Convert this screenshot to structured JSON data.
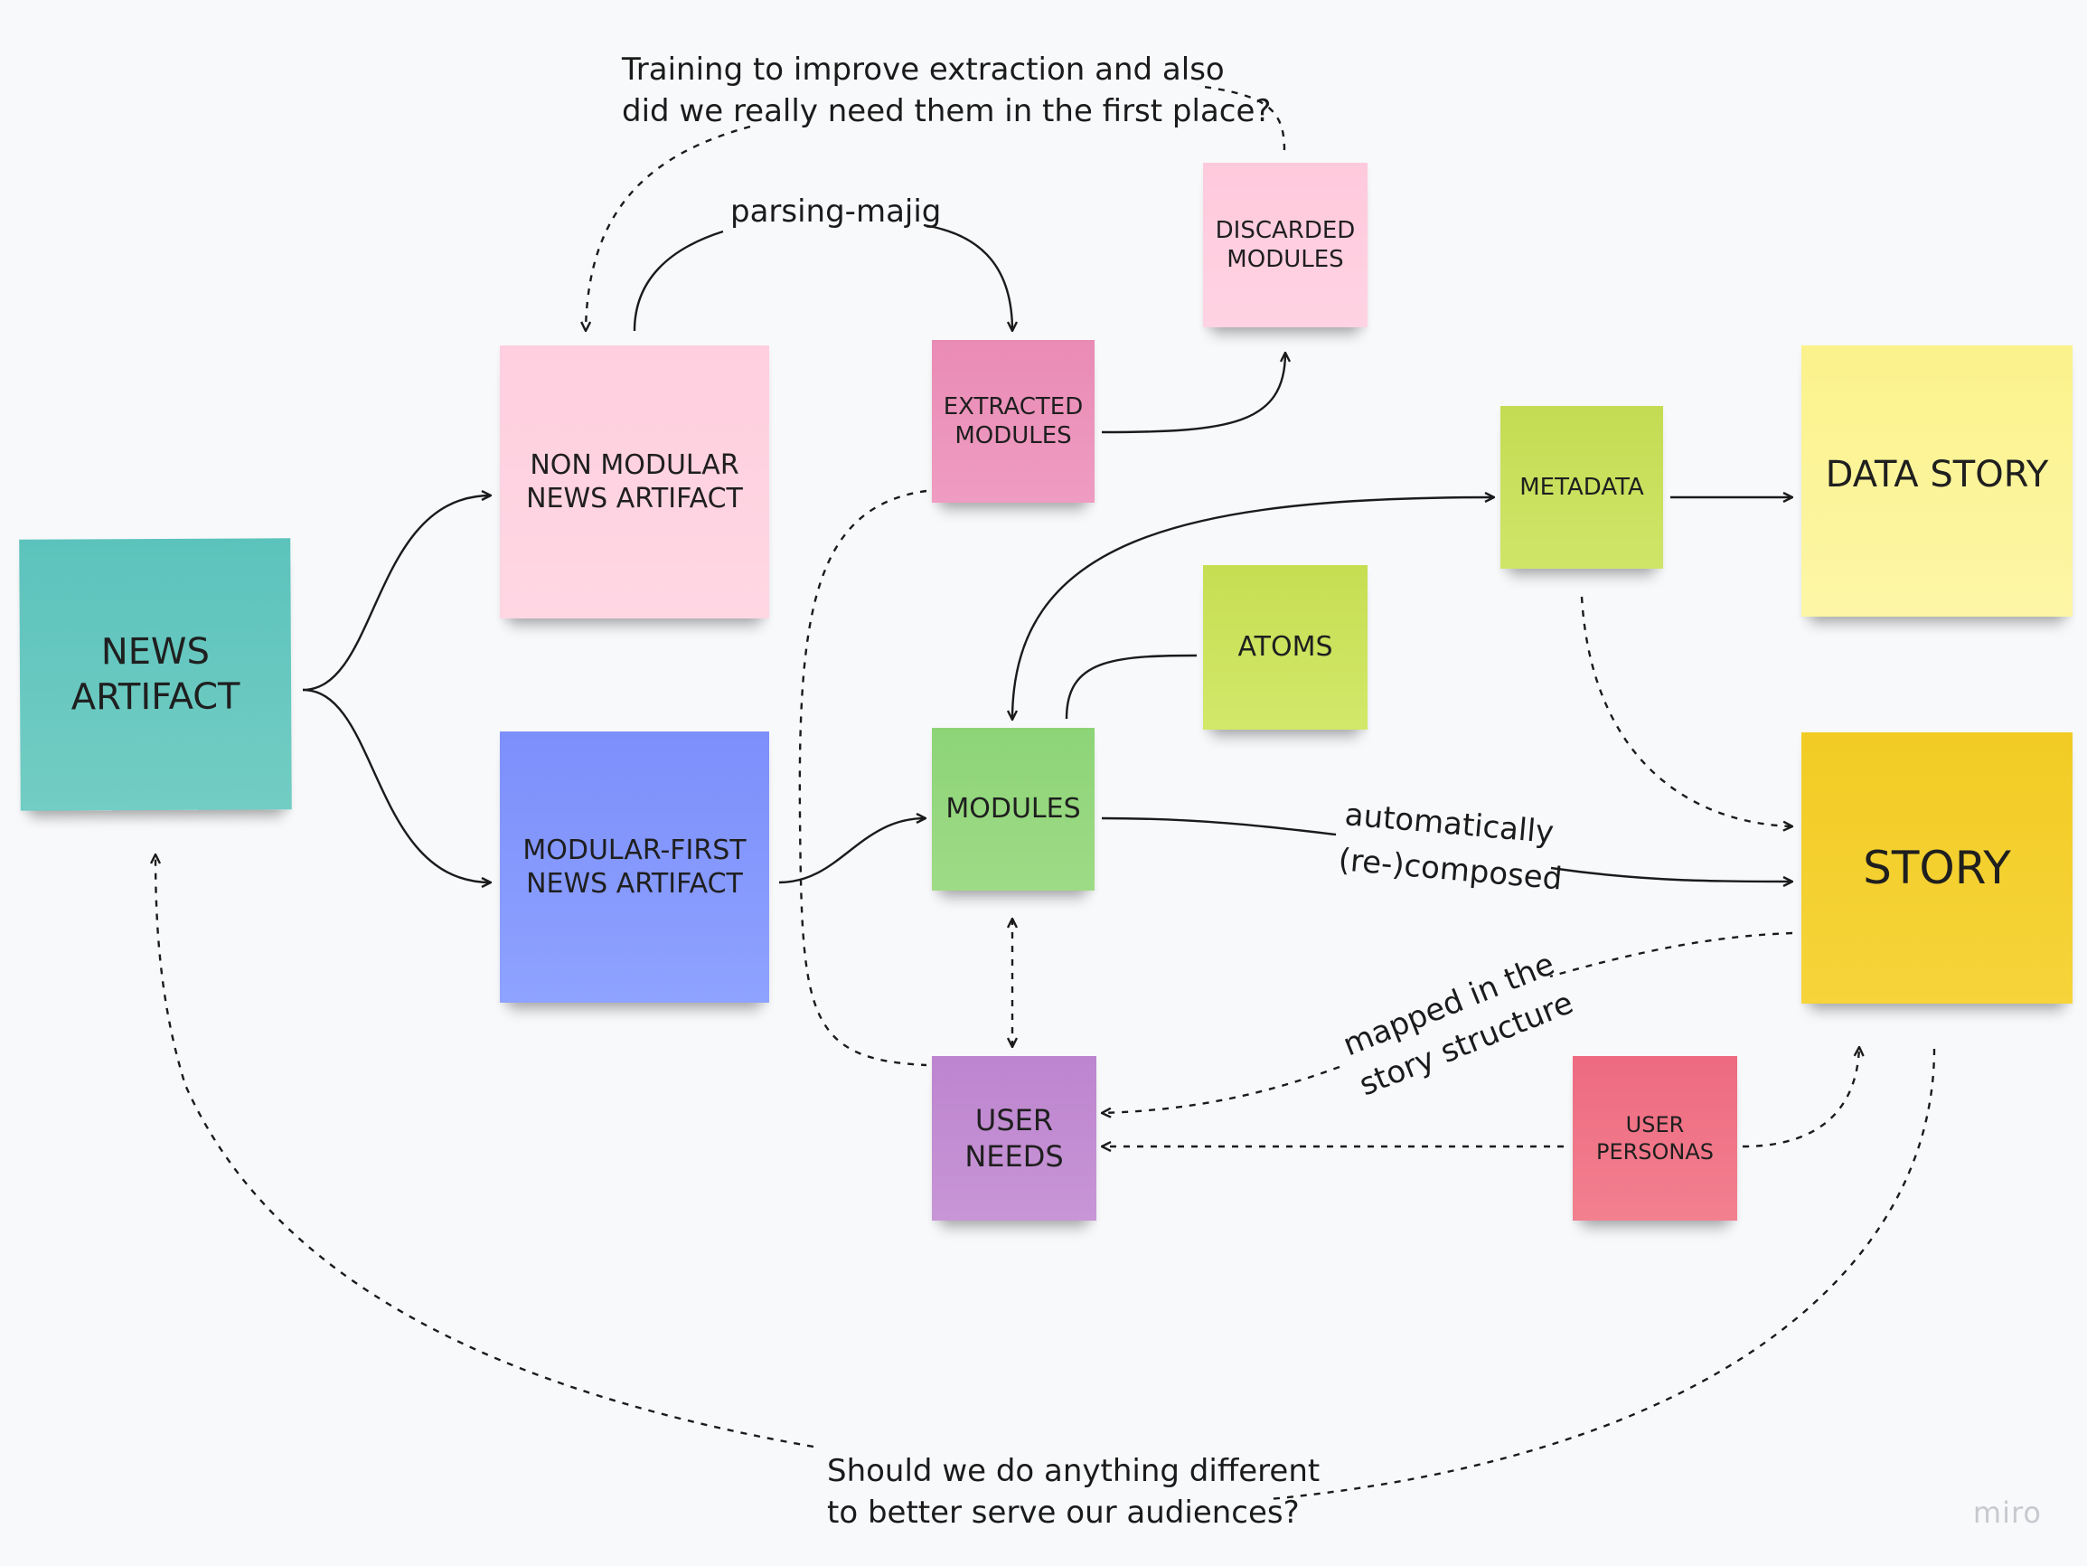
{
  "board": {
    "app": "miro",
    "watermark": "miro"
  },
  "notes": {
    "news_artifact": {
      "text": "NEWS\nARTIFACT",
      "color": "#66c8c0"
    },
    "non_modular": {
      "text": "NON MODULAR\nNEWS ARTIFACT",
      "color": "#ffd2e0"
    },
    "modular_first": {
      "text": "MODULAR-FIRST\nNEWS ARTIFACT",
      "color": "#8599fd"
    },
    "extracted_modules": {
      "text": "EXTRACTED\nMODULES",
      "color": "#ec93bb"
    },
    "discarded_modules": {
      "text": "DISCARDED\nMODULES",
      "color": "#ffcedf"
    },
    "metadata": {
      "text": "METADATA",
      "color": "#c9e05d"
    },
    "atoms": {
      "text": "ATOMS",
      "color": "#cce35e"
    },
    "modules": {
      "text": "MODULES",
      "color": "#95d87e"
    },
    "user_needs": {
      "text": "USER\nNEEDS",
      "color": "#c28dd2"
    },
    "user_personas": {
      "text": "USER\nPERSONAS",
      "color": "#f07587"
    },
    "data_story": {
      "text": "DATA STORY",
      "color": "#fcf499"
    },
    "story": {
      "text": "STORY",
      "color": "#f4d02f"
    }
  },
  "labels": {
    "training_line1": "Training to improve extraction and also",
    "training_line2": "did we really need them in the first place?",
    "parsing": "parsing-majig",
    "automatically": "automatically",
    "recomposed": "(re-)composed",
    "mapped": "mapped in the",
    "story_structure": "story structure",
    "audiences_line1": "Should we do anything different",
    "audiences_line2": "to better serve our audiences?"
  }
}
